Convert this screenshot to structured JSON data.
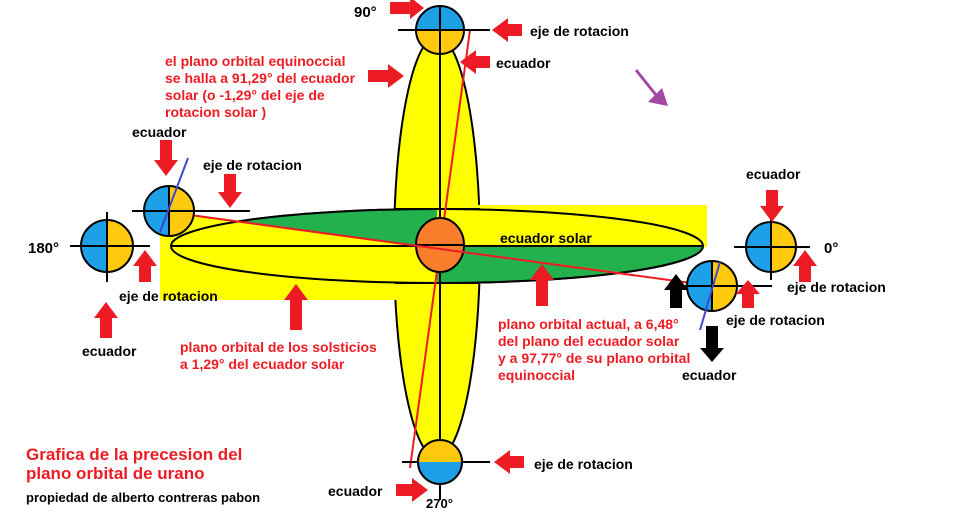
{
  "angles": {
    "a90": "90°",
    "a0": "0°",
    "a180": "180°",
    "a270": "270°"
  },
  "labels": {
    "eje_top": "eje de rotacion",
    "ecuador_top": "ecuador",
    "equinoccial_note": [
      "el plano orbital equinoccial",
      "se halla a 91,29° del ecuador",
      "solar (o -1,29° del eje de",
      "rotacion solar )"
    ],
    "ecuador_left_top": "ecuador",
    "eje_left_top": "eje de rotacion",
    "eje_left_bottom": "eje de rotacion",
    "ecuador_left_bottom": "ecuador",
    "ecuador_solar": "ecuador solar",
    "ecuador_right_top": "ecuador",
    "eje_right_outer": "eje de rotacion",
    "eje_right_inner": "eje de rotacion",
    "ecuador_right_bottom": "ecuador",
    "solsticios_note": [
      "plano orbital de los solsticios",
      "a 1,29° del ecuador solar"
    ],
    "actual_note": [
      "plano orbital actual, a 6,48°",
      "del plano del ecuador solar",
      "y a 97,77° de su plano orbital",
      "equinoccial"
    ],
    "eje_bottom": "eje de rotacion",
    "ecuador_bottom": "ecuador"
  },
  "title": [
    "Grafica de la precesion del",
    "plano orbital de urano"
  ],
  "owner": "propiedad de alberto contreras pabon",
  "colors": {
    "yellow": "#ffff00",
    "green": "#22b14c",
    "orange": "#ff7f27",
    "sun_orange": "#f97d2b",
    "blue": "#1ea0e8",
    "gold": "#ffc90e",
    "red": "#ed1c24",
    "purple": "#a349a4"
  }
}
